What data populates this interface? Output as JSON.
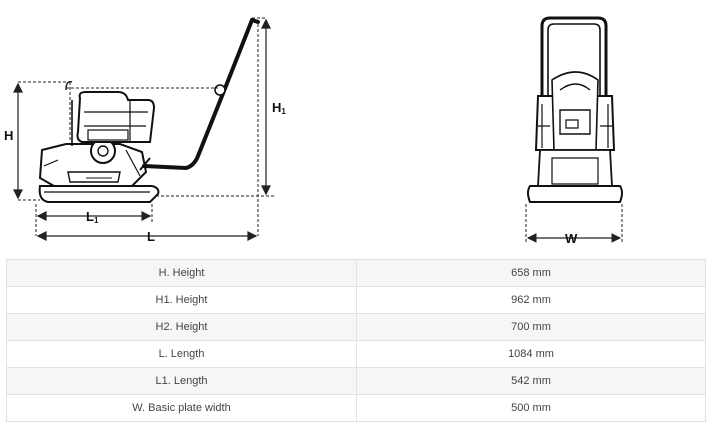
{
  "drawing_labels": {
    "h": "H",
    "h1": "H",
    "h1_sub": "1",
    "l": "L",
    "l1": "L",
    "l1_sub": "1",
    "w": "W"
  },
  "specs": [
    {
      "label": "H. Height",
      "value": "658 mm"
    },
    {
      "label": "H1. Height",
      "value": "962 mm"
    },
    {
      "label": "H2. Height",
      "value": "700 mm"
    },
    {
      "label": "L. Length",
      "value": "1084 mm"
    },
    {
      "label": "L1. Length",
      "value": "542 mm"
    },
    {
      "label": "W. Basic plate width",
      "value": "500 mm"
    }
  ]
}
